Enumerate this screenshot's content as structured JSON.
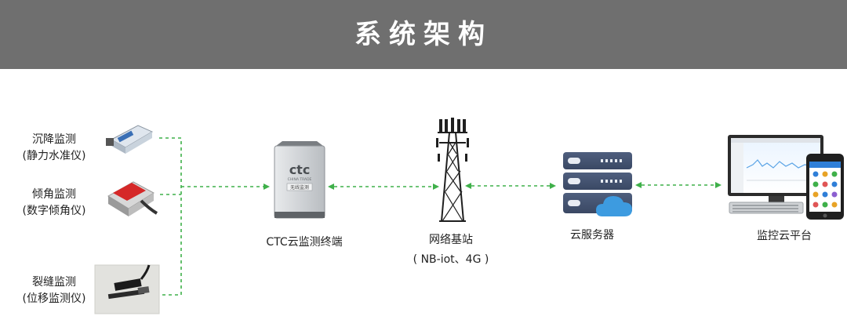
{
  "header": {
    "title": "系统架构"
  },
  "sensors": [
    {
      "name": "沉降监测",
      "sub": "(静力水准仪)"
    },
    {
      "name": "倾角监测",
      "sub": "(数字倾角仪)"
    },
    {
      "name": "裂缝监测",
      "sub": "(位移监测仪)"
    }
  ],
  "terminal": {
    "label": "CTC云监测终端",
    "logo": "ctc",
    "logo_sub": "CHINA TRADE",
    "plate": "无线监测"
  },
  "base_station": {
    "label": "网络基站",
    "sub": "( NB-iot、4G )"
  },
  "server": {
    "label": "云服务器"
  },
  "platform": {
    "label": "监控云平台"
  },
  "colors": {
    "header_bg": "#6f6f6f",
    "link": "#3fb04a",
    "cloud": "#3d9be0"
  }
}
